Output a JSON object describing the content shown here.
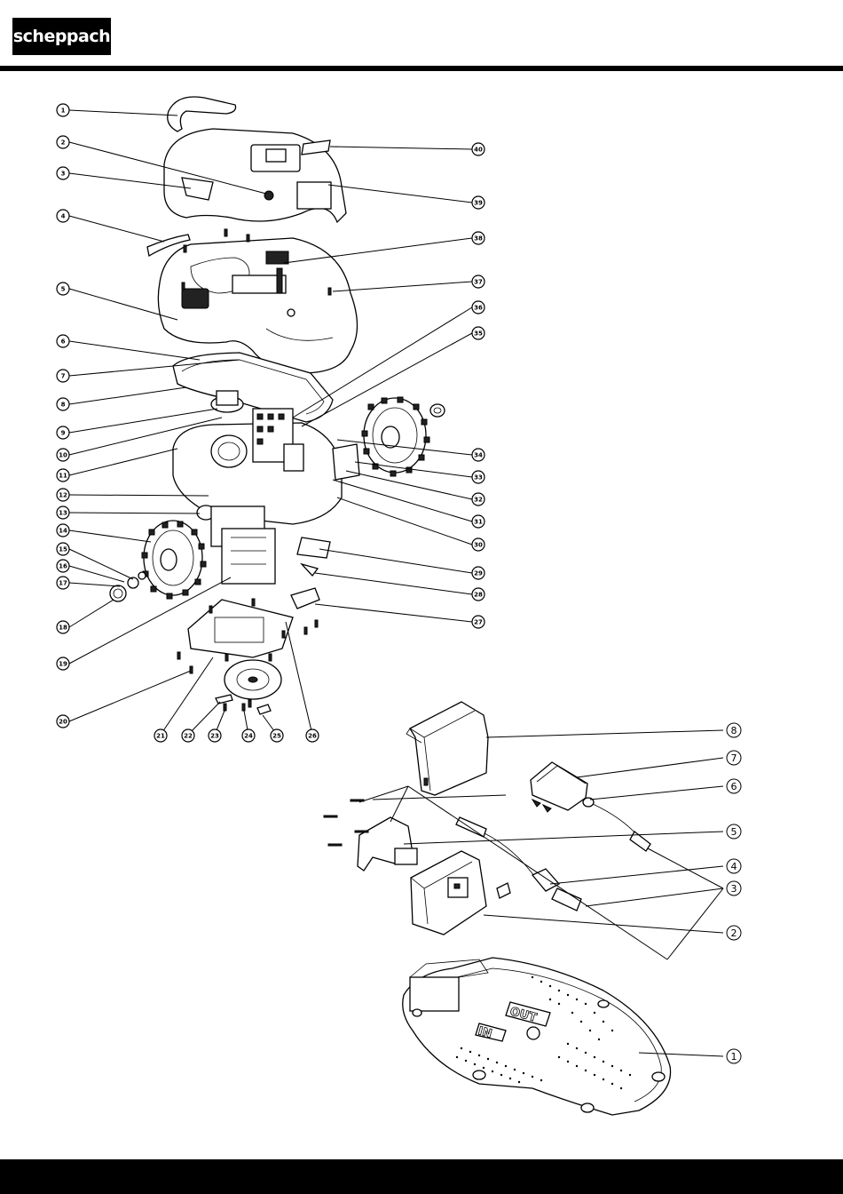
{
  "brand": {
    "logo_text": "scheppach"
  },
  "mower_callouts": [
    "1",
    "2",
    "3",
    "4",
    "5",
    "6",
    "7",
    "8",
    "9",
    "10",
    "11",
    "12",
    "13",
    "14",
    "15",
    "16",
    "17",
    "18",
    "19",
    "20",
    "21",
    "22",
    "23",
    "24",
    "25",
    "26",
    "27",
    "28",
    "29",
    "30",
    "31",
    "32",
    "33",
    "34",
    "35",
    "36",
    "37",
    "38",
    "39",
    "40"
  ],
  "station_callouts": [
    "8",
    "7",
    "6",
    "5",
    "4",
    "3",
    "2",
    "1"
  ],
  "station_label_out": "OUT",
  "station_label_in": "IN"
}
